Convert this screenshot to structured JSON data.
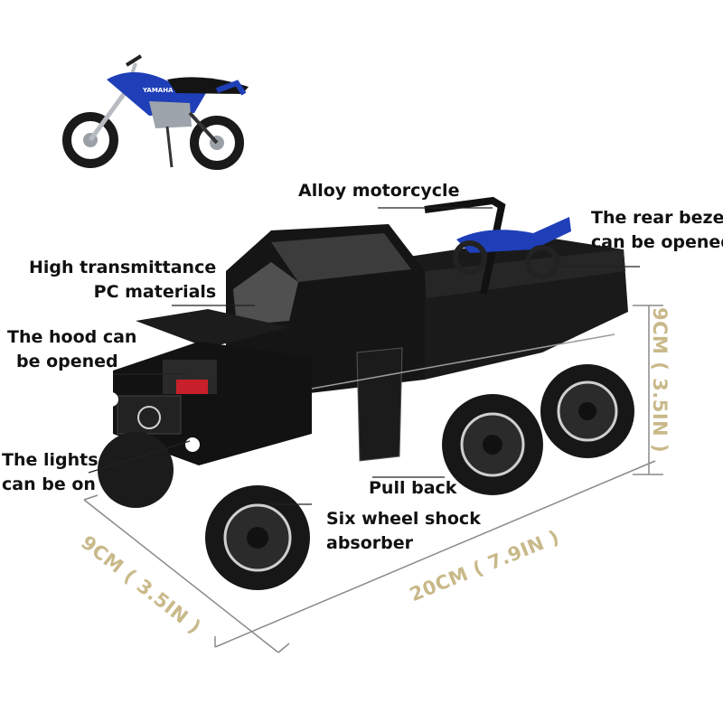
{
  "colors": {
    "background": "#ffffff",
    "label_text": "#111111",
    "dimension_text": "#c9b98a",
    "dimension_lines": "#8a8a8a",
    "truck_body": "#141414",
    "motorcycle_blue": "#1f3fb8",
    "engine_red": "#c8202a"
  },
  "annotations": {
    "alloy_motorcycle": "Alloy motorcycle",
    "rear_bezel": [
      "The rear bezel",
      "can be opened"
    ],
    "pc_materials": [
      "High transmittance",
      "PC materials"
    ],
    "hood": [
      "The hood can",
      "be opened"
    ],
    "lights": [
      "The lights",
      "can be on"
    ],
    "pull_back": "Pull back",
    "shock_absorber": [
      "Six wheel shock",
      "absorber"
    ]
  },
  "dimensions": {
    "height": "9CM ( 3.5IN )",
    "length": "20CM ( 7.9IN )",
    "width": "9CM ( 3.5IN )"
  },
  "motorcycle_brand": "YAMAHA"
}
